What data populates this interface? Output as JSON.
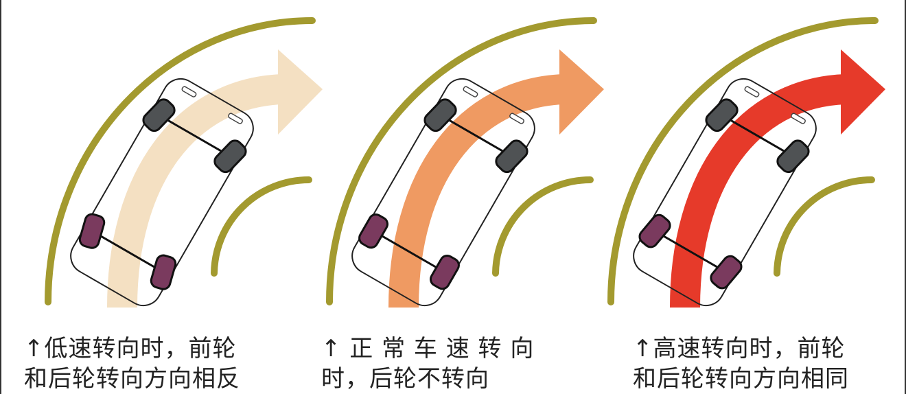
{
  "colors": {
    "road": "#a39a2f",
    "front_wheel": "#4f5254",
    "rear_wheel": "#7a3a5e"
  },
  "panels": [
    {
      "arrow_color": "#f4e0c2",
      "front_steer_deg": 14,
      "rear_steer_deg": -14,
      "caption_line1": "↑低速转向时，前轮",
      "caption_line2": "和后轮转向方向相反"
    },
    {
      "arrow_color": "#ef9a62",
      "front_steer_deg": 14,
      "rear_steer_deg": 0,
      "caption_line1": "↑ 正 常 车 速 转 向",
      "caption_line2": "时，后轮不转向"
    },
    {
      "arrow_color": "#e63a2a",
      "front_steer_deg": 14,
      "rear_steer_deg": 10,
      "caption_line1": "↑高速转向时，前轮",
      "caption_line2": "和后轮转向方向相同"
    }
  ]
}
